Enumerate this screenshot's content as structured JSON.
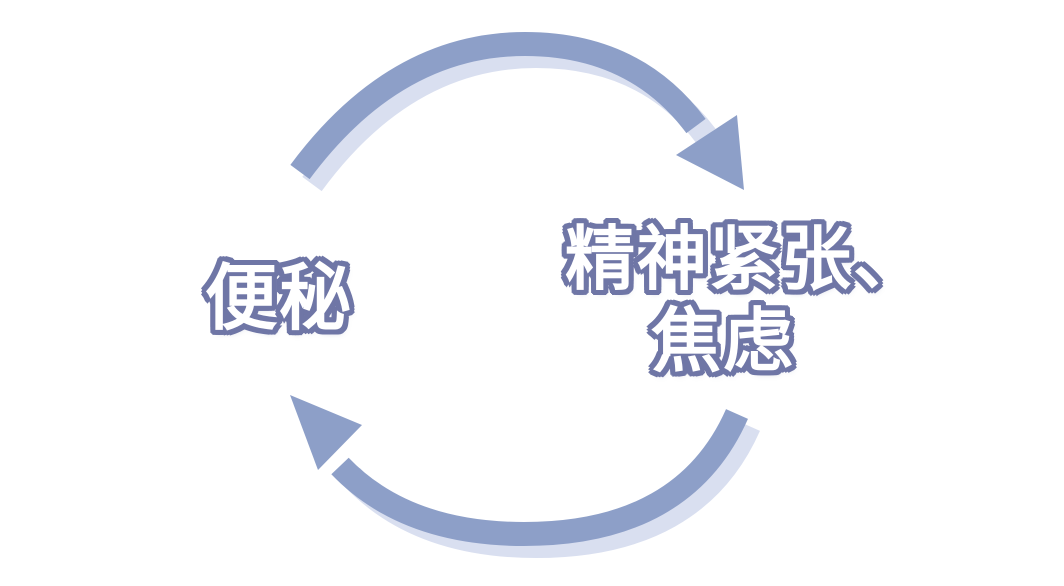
{
  "nodes": {
    "left": "便秘",
    "right_line1": "精神紧张、",
    "right_line2": "焦虑"
  },
  "colors": {
    "arrow": "#8d9fc8",
    "arrow_shadow": "#d9dff0",
    "text_fill": "#ffffff",
    "text_stroke": "#6f76a6"
  }
}
